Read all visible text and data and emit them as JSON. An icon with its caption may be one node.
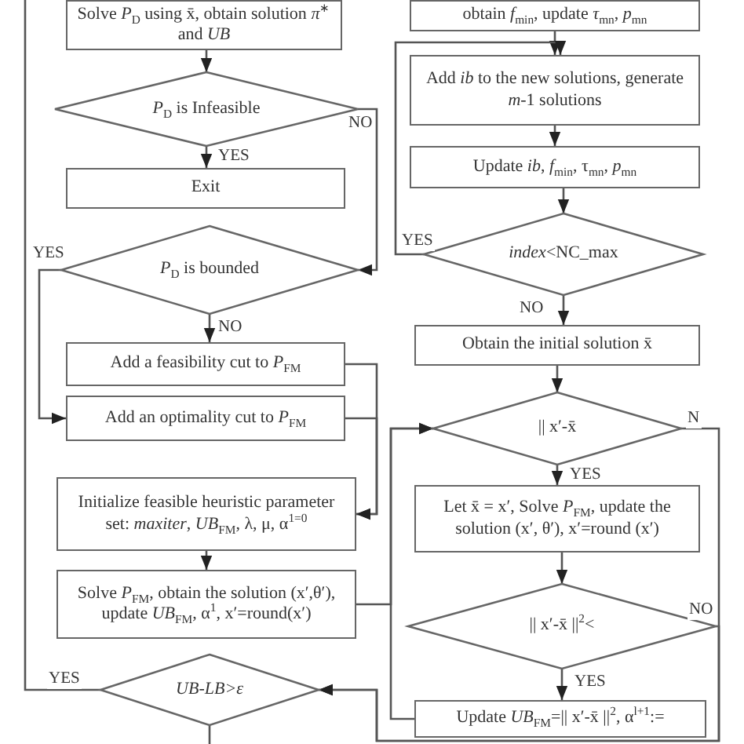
{
  "diagram": {
    "nodes": [
      {
        "text": [
          "Solve *P*$_{D}$ using x̄, obtain solution *π*$^{∗}$ and *UB*"
        ]
      },
      {
        "text": [
          "*P*$_{D}$ is Infeasible"
        ]
      },
      {
        "text": [
          "Exit"
        ]
      },
      {
        "text": [
          "*P*$_{D}$ is bounded"
        ]
      },
      {
        "text": [
          "Add a feasibility cut to *P*$_{FM}$"
        ]
      },
      {
        "text": [
          "Add an optimality cut to *P*$_{FM}$"
        ]
      },
      {
        "text": [
          "Initialize feasible heuristic parameter set: *maxiter*, *UB*$_{FM}$, λ, μ, α$^{1=0}$"
        ]
      },
      {
        "text": [
          "Solve *P*$_{FM}$, obtain the solution (x′,θ′), update *UB*$_{FM}$, α$^{1}$, x′=round(x′)"
        ]
      },
      {
        "text": [
          "UB-LB>ε"
        ]
      },
      {
        "text": [
          "obtain *f*$_{min}$, update *τ*$_{mn}$, *p*$_{mn}$"
        ]
      },
      {
        "text": [
          "Add *ib* to the new solutions, generate *m*-1 solutions"
        ]
      },
      {
        "text": [
          "Update *ib*, *f*$_{min}$, τ$_{mn}$, *p*$_{mn}$"
        ]
      },
      {
        "text": [
          "*index*<NC_max"
        ]
      },
      {
        "text": [
          "Obtain the initial solution x̄"
        ]
      },
      {
        "text": [
          "|| x′-x̄"
        ]
      },
      {
        "text": [
          "Let x̄ = x′, Solve *P*$_{FM}$, update the solution (x′, θ′), x′=round (x′)"
        ]
      },
      {
        "text": [
          "|| x′-x̄ ||$^{2}$<"
        ]
      },
      {
        "text": [
          "Update *UB*$_{FM}$=|| x′-x̄ ||$^{2}$, α$^{l+1}$:="
        ]
      }
    ],
    "edges": [
      {
        "from": 0,
        "to": 1,
        "arrow": "to"
      },
      {
        "from": 1,
        "to": 2,
        "arrow": "to",
        "label": "YES"
      },
      {
        "from": 1,
        "to": 3,
        "arrow": "to",
        "label": "NO"
      },
      {
        "from": 3,
        "to": 4,
        "arrow": "to",
        "label": "NO"
      },
      {
        "from": 3,
        "to": 5,
        "arrow": "to",
        "label": "YES"
      },
      {
        "from": 4,
        "to": 6,
        "arrow": "to"
      },
      {
        "from": 5,
        "to": 6,
        "arrow": "to"
      },
      {
        "from": 6,
        "to": 7,
        "arrow": "to"
      },
      {
        "from": 7,
        "to": 14,
        "arrow": "to"
      },
      {
        "from": 8,
        "to": null,
        "arrow": "none",
        "label": "YES"
      },
      {
        "from": 8,
        "to": null,
        "arrow": "none"
      },
      {
        "from": 9,
        "to": 10,
        "arrow": "to"
      },
      {
        "from": 12,
        "to": 10,
        "arrow": "to",
        "label": "YES"
      },
      {
        "from": 10,
        "to": 11,
        "arrow": "to"
      },
      {
        "from": 11,
        "to": 12,
        "arrow": "to"
      },
      {
        "from": 12,
        "to": 13,
        "arrow": "to",
        "label": "NO"
      },
      {
        "from": 13,
        "to": 14,
        "arrow": "to"
      },
      {
        "from": 14,
        "to": 15,
        "arrow": "to",
        "label": "YES"
      },
      {
        "from": 14,
        "to": 8,
        "arrow": "to",
        "label": "N"
      },
      {
        "from": 15,
        "to": 16,
        "arrow": "to"
      },
      {
        "from": 16,
        "to": 17,
        "arrow": "to",
        "label": "YES"
      },
      {
        "from": 16,
        "to": 8,
        "arrow": "to",
        "label": "NO"
      },
      {
        "from": 17,
        "to": 14,
        "arrow": "to"
      }
    ]
  }
}
